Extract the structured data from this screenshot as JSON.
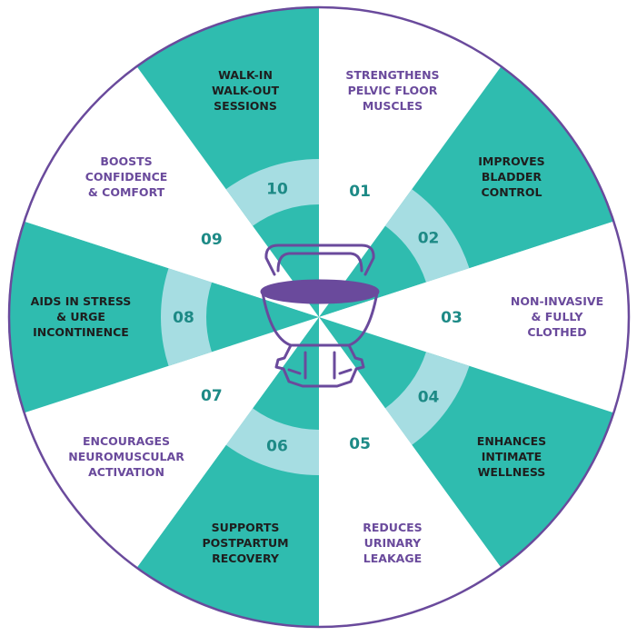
{
  "colors": {
    "teal": "#2fbcaf",
    "light_teal": "#a6dde2",
    "white": "#ffffff",
    "outline": "#6a4a9c",
    "label_purple": "#6a4a9c",
    "label_dark": "#1e1e1e",
    "number": "#1d8a86",
    "chair_fill": "#6a4a9c"
  },
  "center_icon": "pelvic-chair-icon",
  "segments": [
    {
      "number": "01",
      "lines": [
        "STRENGTHENS",
        "PELVIC FLOOR",
        "MUSCLES"
      ],
      "style": "white"
    },
    {
      "number": "02",
      "lines": [
        "IMPROVES",
        "BLADDER",
        "CONTROL"
      ],
      "style": "teal"
    },
    {
      "number": "03",
      "lines": [
        "NON-INVASIVE",
        "& FULLY",
        "CLOTHED"
      ],
      "style": "white"
    },
    {
      "number": "04",
      "lines": [
        "ENHANCES",
        "INTIMATE",
        "WELLNESS"
      ],
      "style": "teal"
    },
    {
      "number": "05",
      "lines": [
        "REDUCES",
        "URINARY",
        "LEAKAGE"
      ],
      "style": "white"
    },
    {
      "number": "06",
      "lines": [
        "SUPPORTS",
        "POSTPARTUM",
        "RECOVERY"
      ],
      "style": "teal"
    },
    {
      "number": "07",
      "lines": [
        "ENCOURAGES",
        "NEUROMUSCULAR",
        "ACTIVATION"
      ],
      "style": "white"
    },
    {
      "number": "08",
      "lines": [
        "AIDS IN STRESS",
        "& URGE",
        "INCONTINENCE"
      ],
      "style": "teal"
    },
    {
      "number": "09",
      "lines": [
        "BOOSTS",
        "CONFIDENCE",
        "& COMFORT"
      ],
      "style": "white"
    },
    {
      "number": "10",
      "lines": [
        "WALK-IN",
        "WALK-OUT",
        "SESSIONS"
      ],
      "style": "teal"
    }
  ]
}
